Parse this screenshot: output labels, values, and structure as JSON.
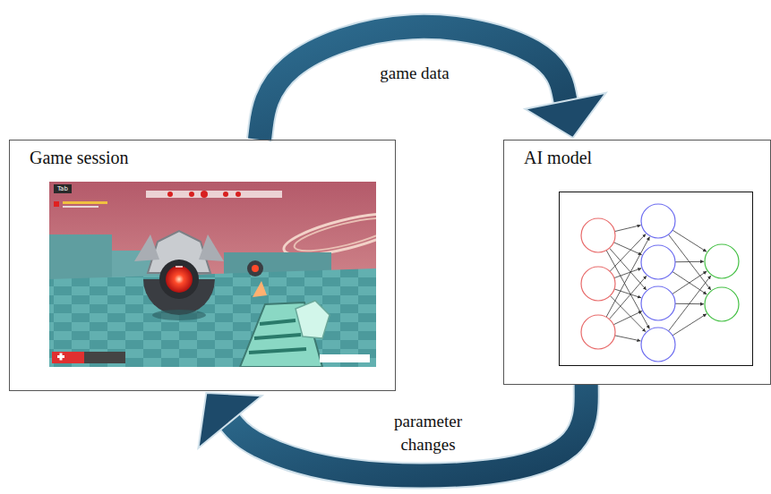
{
  "diagram": {
    "nodes": [
      {
        "text": [
          "Game session"
        ]
      },
      {
        "text": [
          "AI model"
        ]
      }
    ],
    "edges": [
      {
        "from": 0,
        "to": 1,
        "arrow": "to",
        "label": "game data"
      },
      {
        "from": 1,
        "to": 0,
        "arrow": "to",
        "label": "parameter changes"
      }
    ],
    "labels": [
      "Tab"
    ]
  }
}
